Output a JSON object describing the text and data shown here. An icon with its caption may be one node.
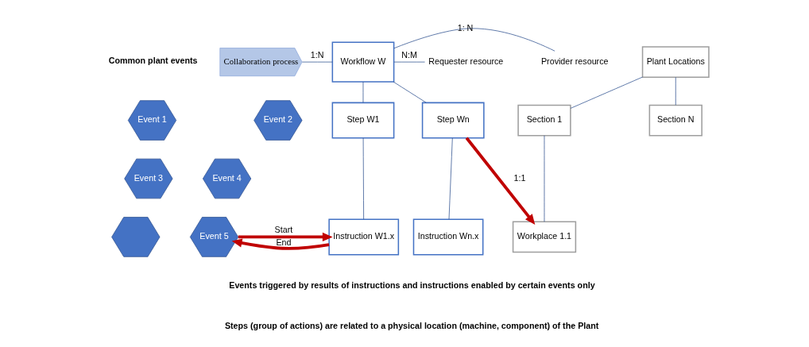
{
  "diagram": {
    "nodes": [
      {
        "text": [
          "Collaboration process"
        ]
      },
      {
        "text": [
          "Workflow W"
        ]
      },
      {
        "text": [
          "Requester resource"
        ]
      },
      {
        "text": [
          "Provider resource"
        ]
      },
      {
        "text": [
          "Event 1"
        ]
      },
      {
        "text": [
          "Event 2"
        ]
      },
      {
        "text": [
          "Event 3"
        ]
      },
      {
        "text": [
          "Event 4"
        ]
      },
      {
        "text": [],
        "shape": "hexagon"
      },
      {
        "text": [
          "Event 5"
        ]
      },
      {
        "text": [
          "Step W1"
        ]
      },
      {
        "text": [
          "Step Wn"
        ]
      },
      {
        "text": [
          "Instruction W1.x"
        ]
      },
      {
        "text": [
          "Instruction Wn.x"
        ]
      },
      {
        "text": [
          "Plant Locations"
        ]
      },
      {
        "text": [
          "Section 1"
        ]
      },
      {
        "text": [
          "Section N"
        ]
      },
      {
        "text": [
          "Workplace 1.1"
        ]
      }
    ],
    "edges": [
      {
        "from": 0,
        "to": 1,
        "arrow": "none",
        "label": "1:N"
      },
      {
        "from": 1,
        "to": 2,
        "arrow": "none",
        "label": "N:M"
      },
      {
        "from": 1,
        "to": 3,
        "arrow": "none",
        "label": "1: N"
      },
      {
        "from": 1,
        "to": 10,
        "arrow": "none"
      },
      {
        "from": 1,
        "to": 11,
        "arrow": "none"
      },
      {
        "from": 10,
        "to": 12,
        "arrow": "none"
      },
      {
        "from": 11,
        "to": 13,
        "arrow": "none"
      },
      {
        "from": 11,
        "to": 17,
        "arrow": "to",
        "label": "1:1",
        "style": "thick",
        "color": "#c00000"
      },
      {
        "from": 9,
        "to": 12,
        "arrow": "to",
        "label": "Start",
        "style": "thick",
        "color": "#c00000"
      },
      {
        "from": 12,
        "to": 9,
        "arrow": "to",
        "label": "End",
        "style": "thick",
        "color": "#c00000"
      },
      {
        "from": 14,
        "to": 15,
        "arrow": "none"
      },
      {
        "from": 14,
        "to": 16,
        "arrow": "none"
      },
      {
        "from": 15,
        "to": 17,
        "arrow": "none"
      }
    ],
    "labels": [
      "Common plant events",
      "Events triggered by results of instructions and instructions enabled by certain events only",
      "Steps (group of actions) are related to a physical location (machine, component) of the Plant"
    ]
  }
}
